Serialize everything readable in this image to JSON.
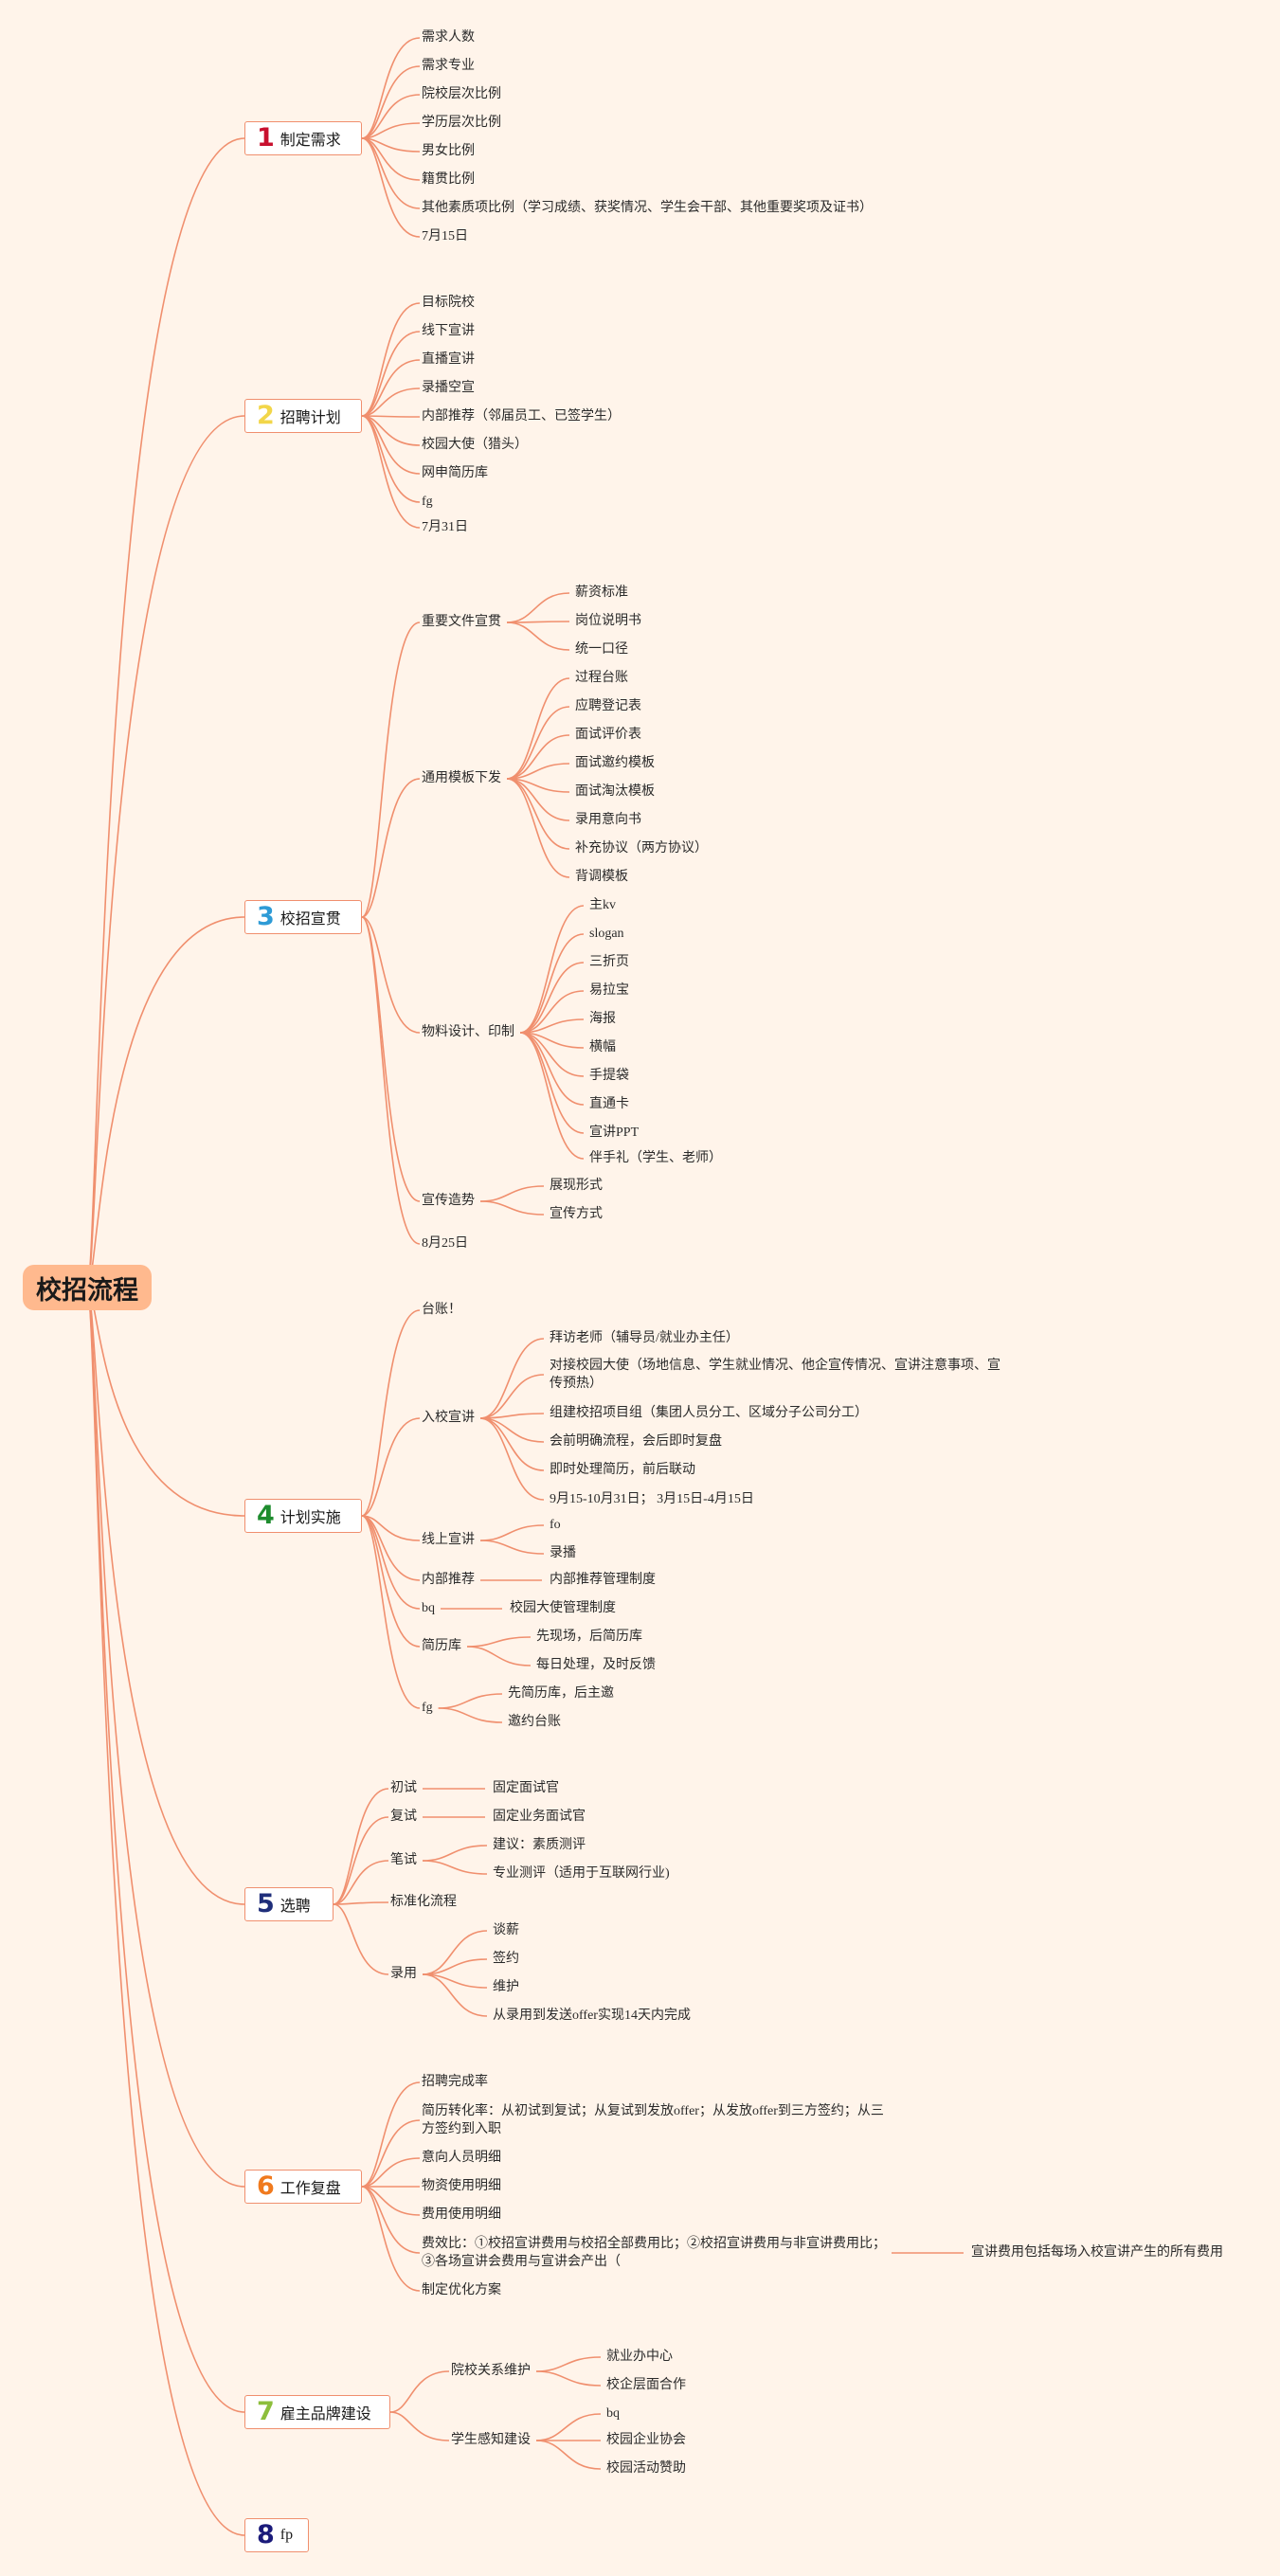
{
  "root": "校招流程",
  "colors": {
    "background": "#FFF4EA",
    "line": "#F08F6E",
    "root_fill": "#FFB98E",
    "box_border": "#F08F6E",
    "num1": "#C8102E",
    "num2": "#F2D649",
    "num3": "#2E9BD6",
    "num4": "#1E8C2E",
    "num5": "#1F2E7A",
    "num6": "#F07A1E",
    "num7": "#8DBE3C",
    "num8": "#1A1A7A"
  },
  "branches": [
    {
      "num": "1",
      "label": "制定需求",
      "children": [
        {
          "label": "需求人数"
        },
        {
          "label": "需求专业"
        },
        {
          "label": "院校层次比例"
        },
        {
          "label": "学历层次比例"
        },
        {
          "label": "男女比例"
        },
        {
          "label": "籍贯比例"
        },
        {
          "label": "其他素质项比例（学习成绩、获奖情况、学生会干部、其他重要奖项及证书）"
        },
        {
          "label": "7月15日"
        }
      ]
    },
    {
      "num": "2",
      "label": "招聘计划",
      "children": [
        {
          "label": "目标院校"
        },
        {
          "label": "线下宣讲"
        },
        {
          "label": "直播宣讲"
        },
        {
          "label": "录播空宣"
        },
        {
          "label": "内部推荐（邻届员工、已签学生）"
        },
        {
          "label": "校园大使（猎头）"
        },
        {
          "label": "网申简历库"
        },
        {
          "label": "fg"
        },
        {
          "label": "7月31日"
        }
      ]
    },
    {
      "num": "3",
      "label": "校招宣贯",
      "children": [
        {
          "label": "重要文件宣贯",
          "children": [
            {
              "label": "薪资标准"
            },
            {
              "label": "岗位说明书"
            },
            {
              "label": "统一口径"
            }
          ]
        },
        {
          "label": "通用模板下发",
          "children": [
            {
              "label": "过程台账"
            },
            {
              "label": "应聘登记表"
            },
            {
              "label": "面试评价表"
            },
            {
              "label": "面试邀约模板"
            },
            {
              "label": "面试淘汰模板"
            },
            {
              "label": "录用意向书"
            },
            {
              "label": "补充协议（两方协议）"
            },
            {
              "label": "背调模板"
            }
          ]
        },
        {
          "label": "物料设计、印制",
          "children": [
            {
              "label": "主kv"
            },
            {
              "label": "slogan"
            },
            {
              "label": "三折页"
            },
            {
              "label": "易拉宝"
            },
            {
              "label": "海报"
            },
            {
              "label": "横幅"
            },
            {
              "label": "手提袋"
            },
            {
              "label": "直通卡"
            },
            {
              "label": "宣讲PPT"
            },
            {
              "label": "伴手礼（学生、老师）"
            }
          ]
        },
        {
          "label": "宣传造势",
          "children": [
            {
              "label": "展现形式"
            },
            {
              "label": "宣传方式"
            }
          ]
        },
        {
          "label": "8月25日"
        }
      ]
    },
    {
      "num": "4",
      "label": "计划实施",
      "children": [
        {
          "label": "台账！"
        },
        {
          "label": "入校宣讲",
          "children": [
            {
              "label": "拜访老师（辅导员/就业办主任）"
            },
            {
              "label": "对接校园大使（场地信息、学生就业情况、他企宣传情况、宣讲注意事项、宣传预热）"
            },
            {
              "label": "组建校招项目组（集团人员分工、区域分子公司分工）"
            },
            {
              "label": "会前明确流程，会后即时复盘"
            },
            {
              "label": "即时处理简历，前后联动"
            },
            {
              "label": "9月15-10月31日； 3月15日-4月15日"
            }
          ]
        },
        {
          "label": "线上宣讲",
          "children": [
            {
              "label": "fo"
            },
            {
              "label": "录播"
            }
          ]
        },
        {
          "label": "内部推荐",
          "children": [
            {
              "label": "内部推荐管理制度"
            }
          ]
        },
        {
          "label": "bq",
          "children": [
            {
              "label": "校园大使管理制度"
            }
          ]
        },
        {
          "label": "简历库",
          "children": [
            {
              "label": "先现场，后简历库"
            },
            {
              "label": "每日处理，及时反馈"
            }
          ]
        },
        {
          "label": "fg",
          "children": [
            {
              "label": "先简历库，后主邀"
            },
            {
              "label": "邀约台账"
            }
          ]
        }
      ]
    },
    {
      "num": "5",
      "label": "选聘",
      "children": [
        {
          "label": "初试",
          "children": [
            {
              "label": "固定面试官"
            }
          ]
        },
        {
          "label": "复试",
          "children": [
            {
              "label": "固定业务面试官"
            }
          ]
        },
        {
          "label": "笔试",
          "children": [
            {
              "label": "建议：素质测评"
            },
            {
              "label": "专业测评（适用于互联网行业)"
            }
          ]
        },
        {
          "label": "标准化流程"
        },
        {
          "label": "录用",
          "children": [
            {
              "label": "谈薪"
            },
            {
              "label": "签约"
            },
            {
              "label": "维护"
            },
            {
              "label": "从录用到发送offer实现14天内完成"
            }
          ]
        }
      ]
    },
    {
      "num": "6",
      "label": "工作复盘",
      "children": [
        {
          "label": "招聘完成率"
        },
        {
          "label": "简历转化率：从初试到复试；从复试到发放offer；从发放offer到三方签约；从三方签约到入职"
        },
        {
          "label": "意向人员明细"
        },
        {
          "label": "物资使用明细"
        },
        {
          "label": "费用使用明细"
        },
        {
          "label": "费效比：①校招宣讲费用与校招全部费用比；②校招宣讲费用与非宣讲费用比；③各场宣讲会费用与宣讲会产出（",
          "children": [
            {
              "label": "宣讲费用包括每场入校宣讲产生的所有费用"
            }
          ]
        },
        {
          "label": "制定优化方案"
        }
      ]
    },
    {
      "num": "7",
      "label": "雇主品牌建设",
      "children": [
        {
          "label": "院校关系维护",
          "children": [
            {
              "label": "就业办中心"
            },
            {
              "label": "校企层面合作"
            }
          ]
        },
        {
          "label": "学生感知建设",
          "children": [
            {
              "label": "bq"
            },
            {
              "label": "校园企业协会"
            },
            {
              "label": "校园活动赞助"
            }
          ]
        }
      ]
    },
    {
      "num": "8",
      "label": "fp",
      "children": []
    }
  ]
}
